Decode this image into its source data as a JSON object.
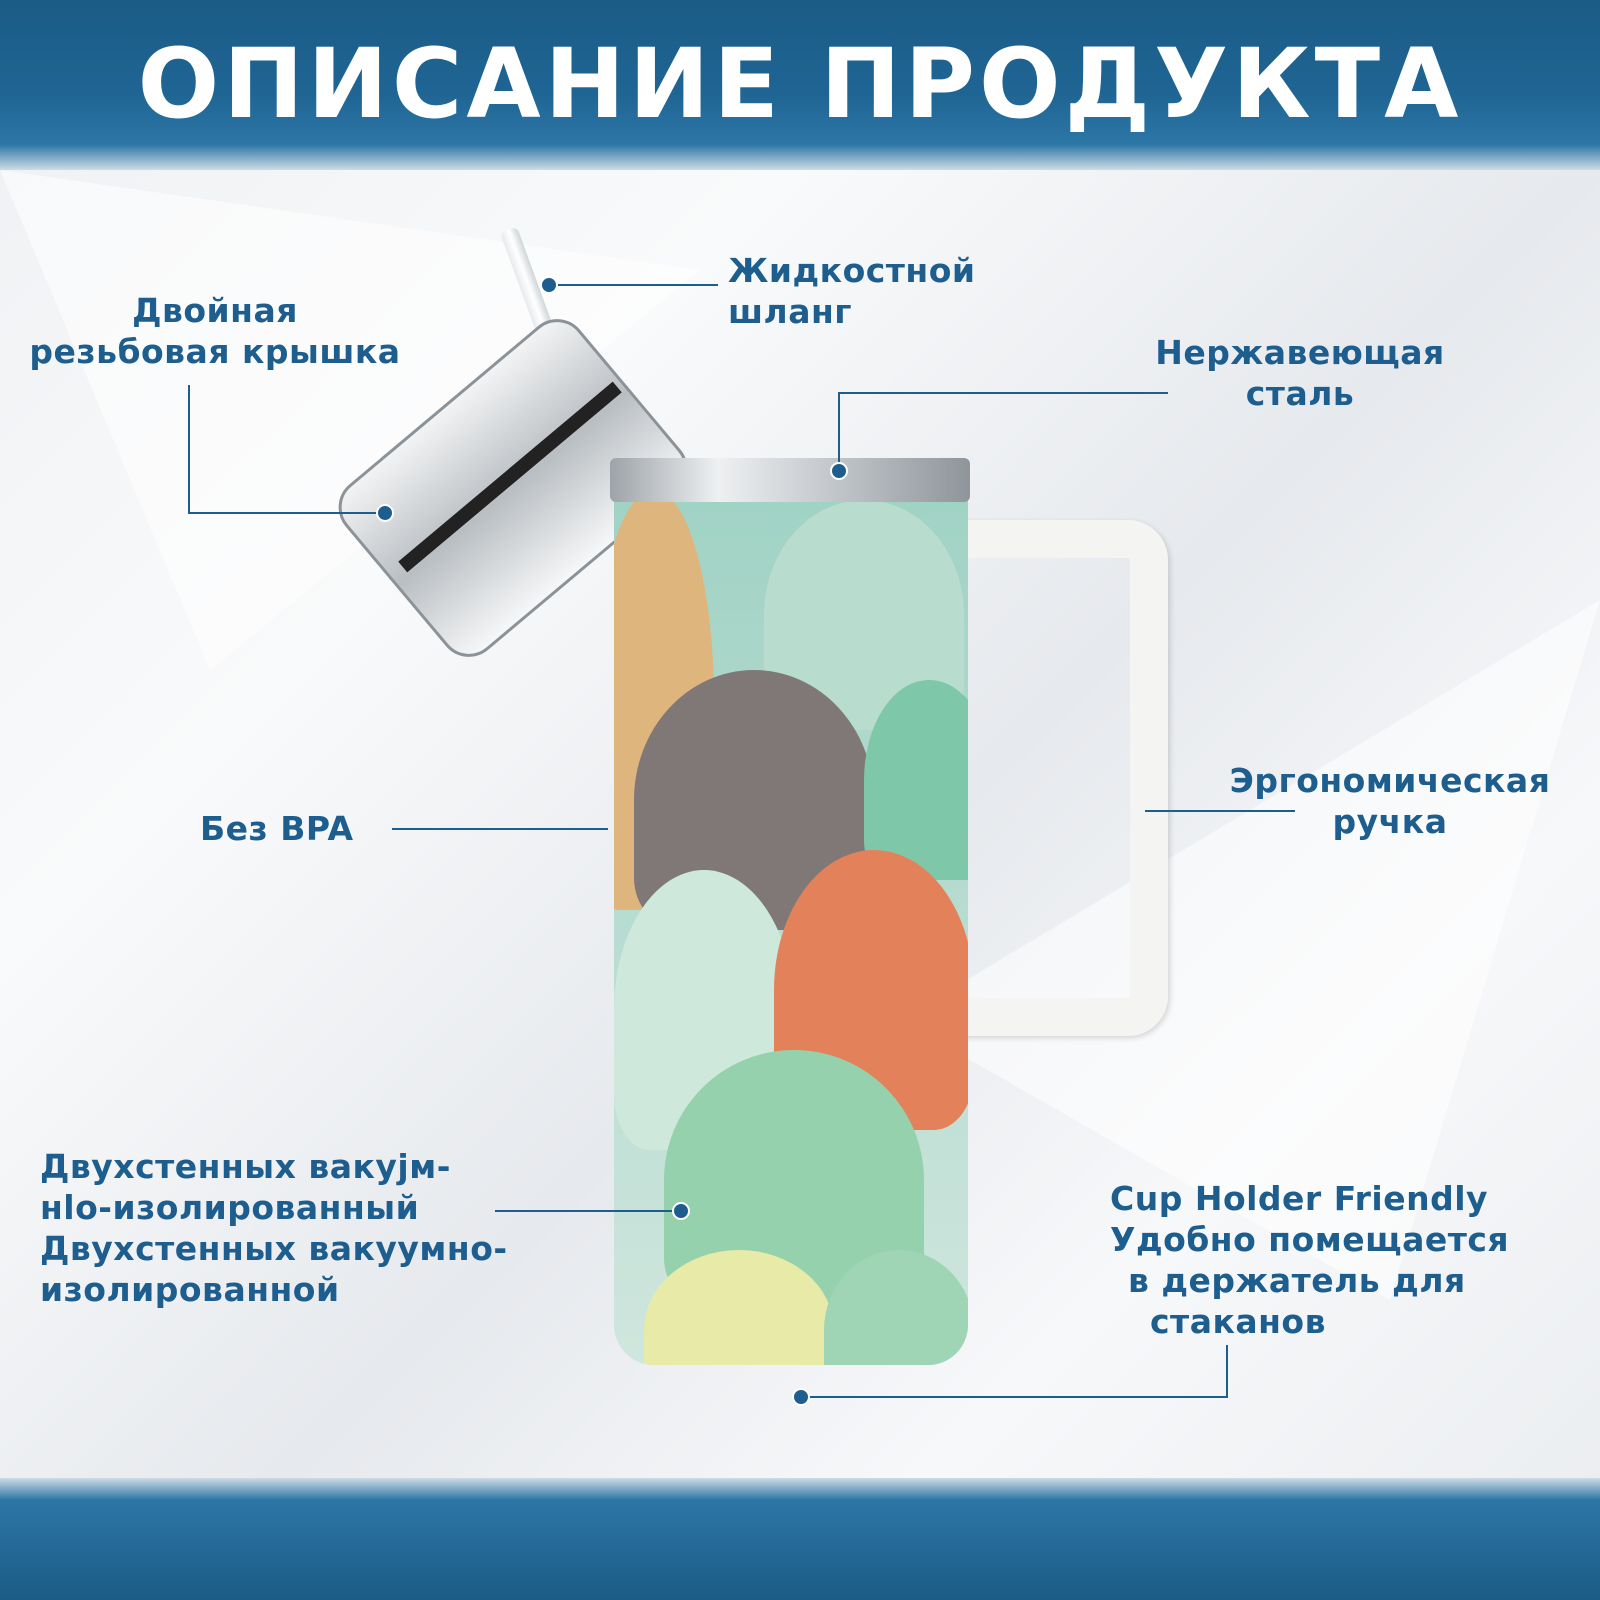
{
  "header": {
    "title": "ОПИСАНИЕ ПРОДУКТА"
  },
  "labels": {
    "lid": [
      "Двойная",
      "резьбовая крышка"
    ],
    "straw": [
      "Жидкостной",
      "шланг"
    ],
    "steel": [
      "Нержавеющая",
      "сталь"
    ],
    "bpa": "Без BPA",
    "handle": [
      "Эргономическая",
      "ручка"
    ],
    "insulation": [
      "Двухстенных вакуjм-",
      "нlo-изолированный",
      "Двухстенных вакуумно-",
      "изолированной"
    ],
    "cupholder": [
      "Cup Holder Friendly",
      "Удобно помещается",
      "в держатель для",
      "стаканов"
    ]
  },
  "colors": {
    "brand": "#1b5b86",
    "text": "#1d5e8e"
  }
}
